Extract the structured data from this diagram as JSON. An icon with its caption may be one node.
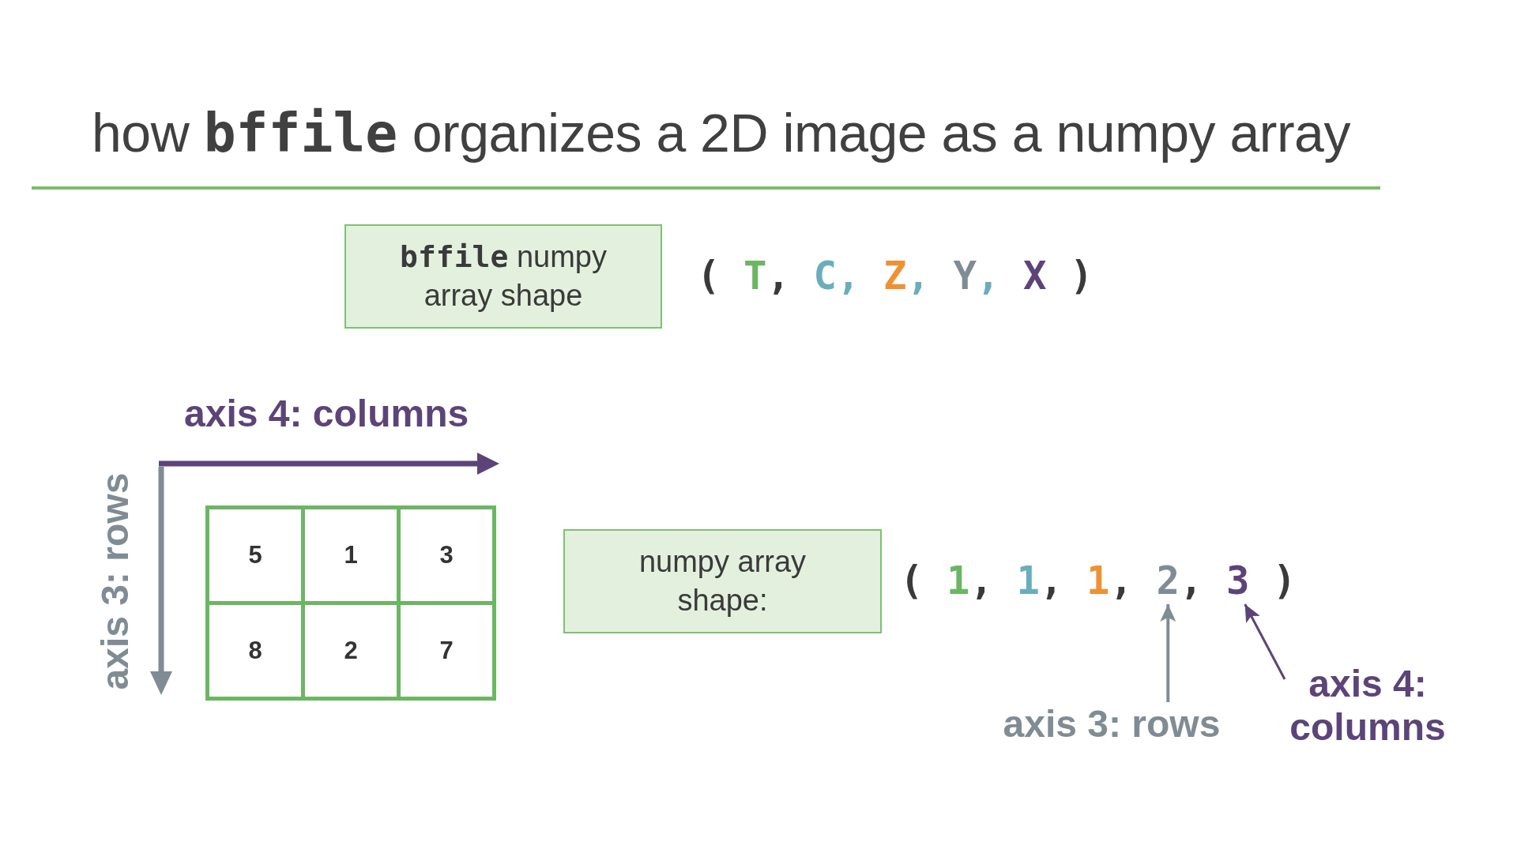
{
  "diagram": {
    "title": "how **bffile** organizes a 2D image as a numpy array",
    "nodes": [
      {
        "text": [
          "**bffile** numpy array shape"
        ]
      },
      {
        "text": [
          "5"
        ]
      },
      {
        "text": [
          "1"
        ]
      },
      {
        "text": [
          "3"
        ]
      },
      {
        "text": [
          "8"
        ]
      },
      {
        "text": [
          "2"
        ]
      },
      {
        "text": [
          "7"
        ]
      },
      {
        "text": [
          "numpy array shape:"
        ]
      },
      {
        "text": [
          "2"
        ]
      },
      {
        "text": [
          "3"
        ]
      },
      {
        "text": [
          "axis 3: rows"
        ]
      },
      {
        "text": [
          "axis 4: columns"
        ]
      }
    ],
    "edges": [
      {
        "from": 10,
        "to": 8,
        "arrow": "to",
        "color": "#808c94"
      },
      {
        "from": 11,
        "to": 9,
        "arrow": "to",
        "color": "#5c4479"
      }
    ],
    "labels": [
      "(",
      "T",
      ",",
      "C",
      ",",
      "Z",
      ",",
      "Y",
      ",",
      "X",
      ")",
      "axis 4: columns",
      "axis 3: rows",
      "(",
      "1",
      ",",
      "1",
      ",",
      "1",
      ",",
      ",",
      ")"
    ]
  }
}
